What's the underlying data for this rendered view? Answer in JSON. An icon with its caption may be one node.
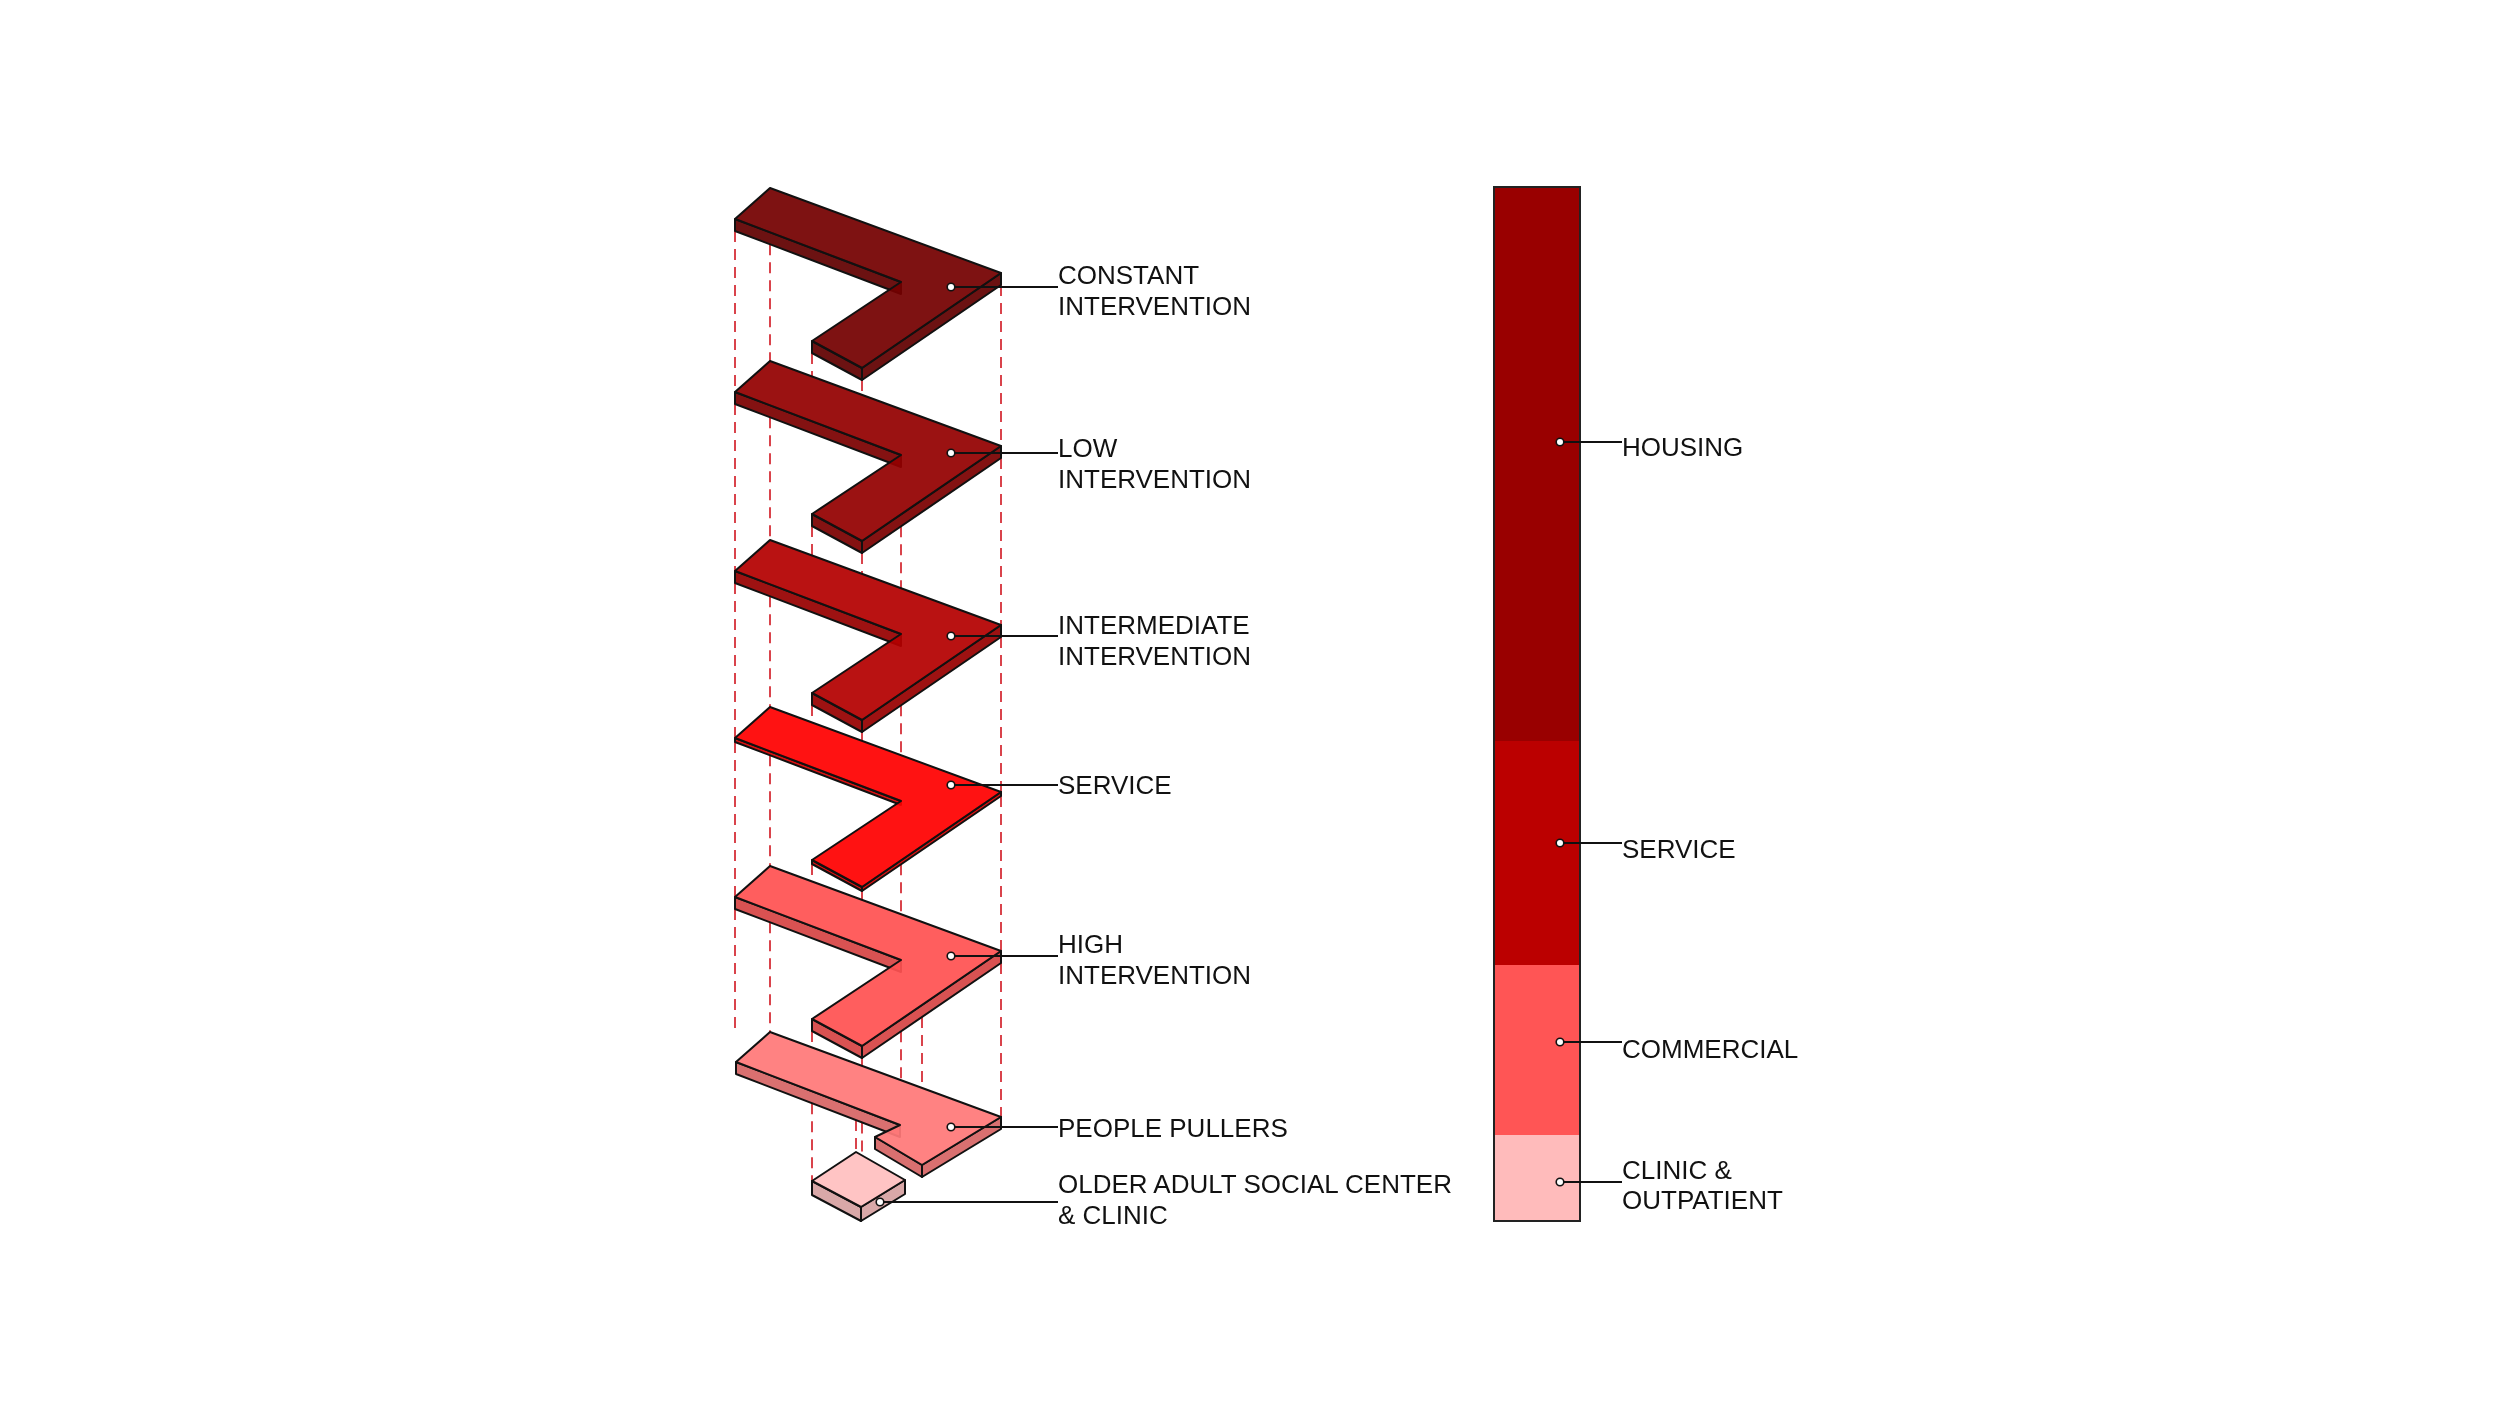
{
  "diagram": {
    "nodes": [
      {
        "text": [],
        "shape": "slab"
      },
      {
        "text": [
          "CONSTANT INTERVENTION"
        ]
      },
      {
        "text": [],
        "shape": "slab"
      },
      {
        "text": [
          "LOW INTERVENTION"
        ]
      },
      {
        "text": [],
        "shape": "slab"
      },
      {
        "text": [
          "INTERMEDIATE INTERVENTION"
        ]
      },
      {
        "text": [],
        "shape": "slab"
      },
      {
        "text": [
          "SERVICE"
        ]
      },
      {
        "text": [],
        "shape": "slab"
      },
      {
        "text": [
          "HIGH INTERVENTION"
        ]
      },
      {
        "text": [],
        "shape": "slab"
      },
      {
        "text": [
          "PEOPLE PULLERS"
        ]
      },
      {
        "text": [],
        "shape": "slab"
      },
      {
        "text": [
          "OLDER ADULT SOCIAL CENTER & CLINIC"
        ]
      },
      {
        "text": [],
        "shape": "bar"
      },
      {
        "text": [],
        "shape": "band",
        "in": 14
      },
      {
        "text": [
          "HOUSING"
        ]
      },
      {
        "text": [],
        "shape": "band",
        "in": 14
      },
      {
        "text": [
          "SERVICE"
        ]
      },
      {
        "text": [],
        "shape": "band",
        "in": 14
      },
      {
        "text": [
          "COMMERCIAL"
        ]
      },
      {
        "text": [],
        "shape": "band",
        "in": 14
      },
      {
        "text": [
          "CLINIC & OUTPATIENT"
        ]
      }
    ],
    "edges": [
      {
        "from": 1,
        "to": 0,
        "arrow": "other",
        "color": "#111111"
      },
      {
        "from": 3,
        "to": 2,
        "arrow": "other",
        "color": "#111111"
      },
      {
        "from": 5,
        "to": 4,
        "arrow": "other",
        "color": "#111111"
      },
      {
        "from": 7,
        "to": 6,
        "arrow": "other",
        "color": "#111111"
      },
      {
        "from": 9,
        "to": 8,
        "arrow": "other",
        "color": "#111111"
      },
      {
        "from": 11,
        "to": 10,
        "arrow": "other",
        "color": "#111111"
      },
      {
        "from": 13,
        "to": 12,
        "arrow": "other",
        "color": "#111111"
      },
      {
        "from": 16,
        "to": 15,
        "arrow": "other",
        "color": "#111111"
      },
      {
        "from": 18,
        "to": 17,
        "arrow": "other",
        "color": "#111111"
      },
      {
        "from": 20,
        "to": 19,
        "arrow": "other",
        "color": "#111111"
      },
      {
        "from": 22,
        "to": 21,
        "arrow": "other",
        "color": "#111111"
      },
      {
        "from": 0,
        "to": 2,
        "arrow": "none",
        "style": "dashed"
      },
      {
        "from": 0,
        "to": 2,
        "arrow": "none",
        "style": "dashed"
      },
      {
        "from": 0,
        "to": 2,
        "arrow": "none",
        "style": "dashed"
      },
      {
        "from": 0,
        "to": 2,
        "arrow": "none",
        "style": "dashed"
      },
      {
        "from": 0,
        "to": 2,
        "arrow": "none",
        "style": "dashed"
      },
      {
        "from": 2,
        "to": 4,
        "arrow": "none",
        "style": "dashed"
      },
      {
        "from": 2,
        "to": 4,
        "arrow": "none",
        "style": "dashed"
      },
      {
        "from": 2,
        "to": 4,
        "arrow": "none",
        "style": "dashed"
      },
      {
        "from": 2,
        "to": 4,
        "arrow": "none",
        "style": "dashed"
      },
      {
        "from": 2,
        "to": 4,
        "arrow": "none",
        "style": "dashed"
      },
      {
        "from": 2,
        "to": 4,
        "arrow": "none",
        "style": "dashed"
      },
      {
        "from": 4,
        "to": 6,
        "arrow": "none",
        "style": "dashed"
      },
      {
        "from": 4,
        "to": 6,
        "arrow": "none",
        "style": "dashed"
      },
      {
        "from": 4,
        "to": 6,
        "arrow": "none",
        "style": "dashed"
      },
      {
        "from": 4,
        "to": 6,
        "arrow": "none",
        "style": "dashed"
      },
      {
        "from": 4,
        "to": 6,
        "arrow": "none",
        "style": "dashed"
      },
      {
        "from": 4,
        "to": 6,
        "arrow": "none",
        "style": "dashed"
      },
      {
        "from": 6,
        "to": 8,
        "arrow": "none",
        "style": "dashed"
      },
      {
        "from": 6,
        "to": 8,
        "arrow": "none",
        "style": "dashed"
      },
      {
        "from": 6,
        "to": 8,
        "arrow": "none",
        "style": "dashed"
      },
      {
        "from": 6,
        "to": 8,
        "arrow": "none",
        "style": "dashed"
      },
      {
        "from": 6,
        "to": 8,
        "arrow": "none",
        "style": "dashed"
      },
      {
        "from": 6,
        "to": 8,
        "arrow": "none",
        "style": "dashed"
      },
      {
        "from": 8,
        "to": 10,
        "arrow": "none",
        "style": "dashed"
      },
      {
        "from": 8,
        "to": 10,
        "arrow": "none",
        "style": "dashed"
      },
      {
        "from": 8,
        "to": 10,
        "arrow": "none",
        "style": "dashed"
      },
      {
        "from": 8,
        "to": 10,
        "arrow": "none",
        "style": "dashed"
      },
      {
        "from": 8,
        "to": 10,
        "arrow": "none",
        "style": "dashed"
      },
      {
        "from": 8,
        "to": 10,
        "arrow": "none",
        "style": "dashed"
      },
      {
        "from": 8,
        "to": 10,
        "arrow": "none",
        "style": "dashed"
      },
      {
        "from": 10,
        "to": 12,
        "arrow": "none",
        "style": "dashed"
      },
      {
        "from": 10,
        "to": 12,
        "arrow": "none",
        "style": "dashed"
      },
      {
        "from": 10,
        "to": 12,
        "arrow": "none",
        "style": "dashed"
      }
    ]
  }
}
